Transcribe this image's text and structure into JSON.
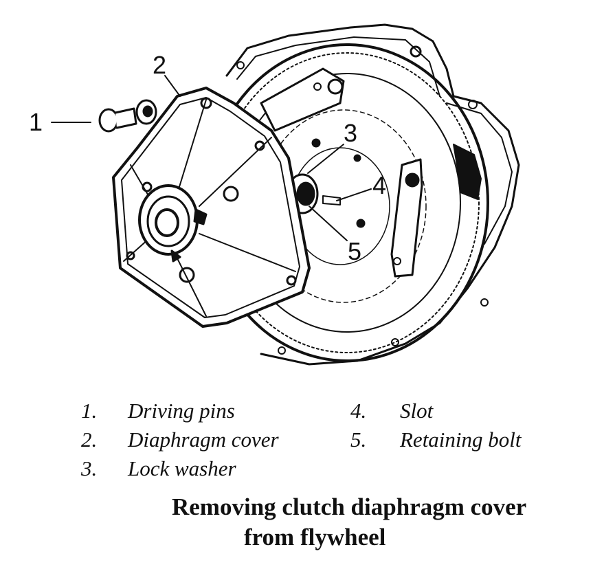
{
  "callouts": [
    "1",
    "2",
    "3",
    "4",
    "5"
  ],
  "legend": [
    {
      "num": "1.",
      "label": "Driving pins"
    },
    {
      "num": "2.",
      "label": "Diaphragm cover"
    },
    {
      "num": "3.",
      "label": "Lock washer"
    },
    {
      "num": "4.",
      "label": "Slot"
    },
    {
      "num": "5.",
      "label": "Retaining bolt"
    }
  ],
  "caption": {
    "line1": "Removing clutch diaphragm cover",
    "line2": "from flywheel"
  },
  "colors": {
    "ink": "#111111",
    "paper": "#ffffff"
  }
}
